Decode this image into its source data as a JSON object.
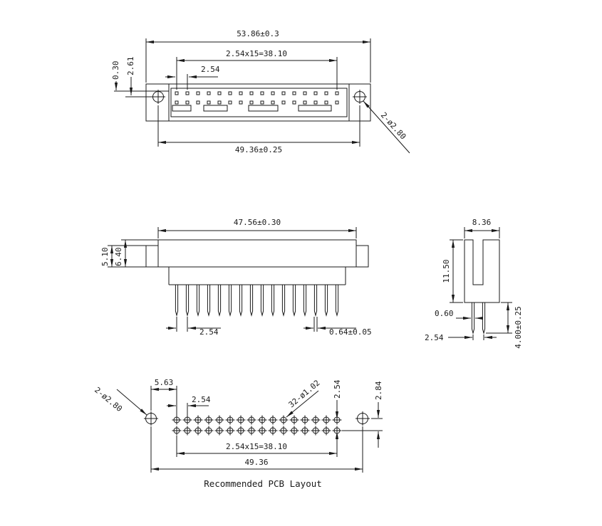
{
  "drawing": {
    "caption": "Recommended PCB Layout",
    "top_view": {
      "overall_width": "53.86±0.3",
      "contact_span": "2.54x15=38.10",
      "contact_pitch": "2.54",
      "row_offset": "0.30",
      "flange_offset": "2.61",
      "mounting_hole_spacing": "49.36±0.25",
      "mounting_hole_callout": "2-ø2.80"
    },
    "front_view": {
      "body_width": "47.56±0.30",
      "insulator_height": "5.10",
      "body_height": "6.40",
      "pin_pitch": "2.54",
      "pin_width": "0.64±0.05"
    },
    "side_view": {
      "body_depth": "8.36",
      "body_height": "11.50",
      "pin_thickness": "0.60",
      "row_pitch": "2.54",
      "pin_length": "4.00±0.25"
    },
    "pcb_layout": {
      "hole_to_pad_offset": "5.63",
      "pad_pitch": "2.54",
      "mounting_hole_callout": "2-ø2.80",
      "pad_hole_callout": "32-ø1.02",
      "row_pitch": "2.54",
      "hole_row_offset": "2.84",
      "pad_span": "2.54x15=38.10",
      "mounting_hole_spacing": "49.36"
    }
  }
}
